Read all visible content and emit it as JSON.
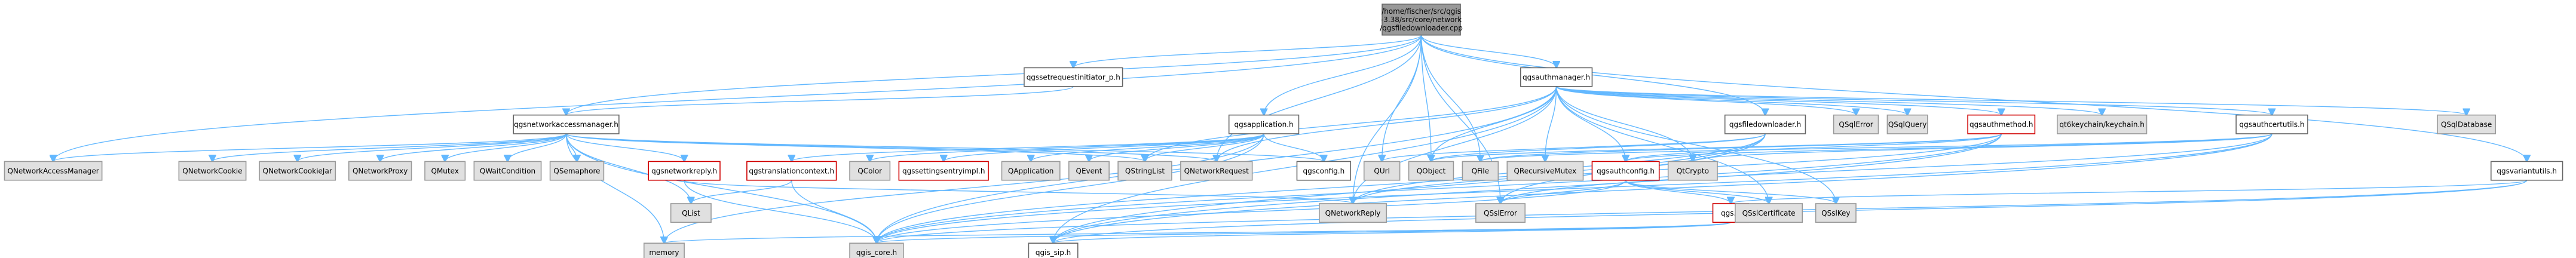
{
  "graph": {
    "colors": {
      "edge": "#63b8ff",
      "root_fill": "#999999",
      "external_fill": "#e0e0e0",
      "documented_border": "#666666",
      "undocumented_border": "#d00000"
    },
    "nodes": {
      "root": {
        "lines": [
          "/home/fischer/src/qgis",
          "-3.38/src/core/network",
          "/qgsfiledownloader.cpp"
        ],
        "kind": "root"
      },
      "qgssetrequestinitiator": {
        "lines": [
          "qgssetrequestinitiator_p.h"
        ],
        "kind": "normal"
      },
      "qgsauthmanager": {
        "lines": [
          "qgsauthmanager.h"
        ],
        "kind": "normal"
      },
      "qgsnetworkaccessmanager": {
        "lines": [
          "qgsnetworkaccessmanager.h"
        ],
        "kind": "normal"
      },
      "qgsapplication": {
        "lines": [
          "qgsapplication.h"
        ],
        "kind": "normal"
      },
      "qgsfiledownloader_h": {
        "lines": [
          "qgsfiledownloader.h"
        ],
        "kind": "normal"
      },
      "QSqlError": {
        "lines": [
          "QSqlError"
        ],
        "kind": "grey"
      },
      "QSqlQuery": {
        "lines": [
          "QSqlQuery"
        ],
        "kind": "grey"
      },
      "qgsauthmethod": {
        "lines": [
          "qgsauthmethod.h"
        ],
        "kind": "red"
      },
      "qt6keychain": {
        "lines": [
          "qt6keychain/keychain.h"
        ],
        "kind": "grey"
      },
      "qgsauthcertutils": {
        "lines": [
          "qgsauthcertutils.h"
        ],
        "kind": "normal"
      },
      "QSqlDatabase": {
        "lines": [
          "QSqlDatabase"
        ],
        "kind": "grey"
      },
      "qgsvariantutils": {
        "lines": [
          "qgsvariantutils.h"
        ],
        "kind": "normal"
      },
      "QNetworkAccessManager": {
        "lines": [
          "QNetworkAccessManager"
        ],
        "kind": "grey"
      },
      "QNetworkCookie": {
        "lines": [
          "QNetworkCookie"
        ],
        "kind": "grey"
      },
      "QNetworkCookieJar": {
        "lines": [
          "QNetworkCookieJar"
        ],
        "kind": "grey"
      },
      "QNetworkProxy": {
        "lines": [
          "QNetworkProxy"
        ],
        "kind": "grey"
      },
      "QMutex": {
        "lines": [
          "QMutex"
        ],
        "kind": "grey"
      },
      "QWaitCondition": {
        "lines": [
          "QWaitCondition"
        ],
        "kind": "grey"
      },
      "QSemaphore": {
        "lines": [
          "QSemaphore"
        ],
        "kind": "grey"
      },
      "qgsnetworkreply": {
        "lines": [
          "qgsnetworkreply.h"
        ],
        "kind": "red"
      },
      "qgstranslationcontext": {
        "lines": [
          "qgstranslationcontext.h"
        ],
        "kind": "red"
      },
      "QColor": {
        "lines": [
          "QColor"
        ],
        "kind": "grey"
      },
      "qgssettingsentryimpl": {
        "lines": [
          "qgssettingsentryimpl.h"
        ],
        "kind": "red"
      },
      "QApplication": {
        "lines": [
          "QApplication"
        ],
        "kind": "grey"
      },
      "QEvent": {
        "lines": [
          "QEvent"
        ],
        "kind": "grey"
      },
      "QStringList": {
        "lines": [
          "QStringList"
        ],
        "kind": "grey"
      },
      "QNetworkRequest": {
        "lines": [
          "QNetworkRequest"
        ],
        "kind": "grey"
      },
      "qgsconfig": {
        "lines": [
          "qgsconfig.h"
        ],
        "kind": "normal"
      },
      "QUrl": {
        "lines": [
          "QUrl"
        ],
        "kind": "grey"
      },
      "QObject": {
        "lines": [
          "QObject"
        ],
        "kind": "grey"
      },
      "QFile": {
        "lines": [
          "QFile"
        ],
        "kind": "grey"
      },
      "QRecursiveMutex": {
        "lines": [
          "QRecursiveMutex"
        ],
        "kind": "grey"
      },
      "qgsauthconfig": {
        "lines": [
          "qgsauthconfig.h"
        ],
        "kind": "red"
      },
      "QtCrypto": {
        "lines": [
          "QtCrypto"
        ],
        "kind": "grey"
      },
      "QList": {
        "lines": [
          "QList"
        ],
        "kind": "grey"
      },
      "QNetworkReply": {
        "lines": [
          "QNetworkReply"
        ],
        "kind": "grey"
      },
      "QSslError": {
        "lines": [
          "QSslError"
        ],
        "kind": "grey"
      },
      "qgs_h": {
        "lines": [
          "qgs.h"
        ],
        "kind": "red"
      },
      "QSslCertificate": {
        "lines": [
          "QSslCertificate"
        ],
        "kind": "grey"
      },
      "QSslKey": {
        "lines": [
          "QSslKey"
        ],
        "kind": "grey"
      },
      "memory": {
        "lines": [
          "memory"
        ],
        "kind": "grey"
      },
      "qgis_core": {
        "lines": [
          "qgis_core.h"
        ],
        "kind": "grey"
      },
      "qgis_sip": {
        "lines": [
          "qgis_sip.h"
        ],
        "kind": "normal"
      }
    },
    "edges": [
      [
        "root",
        "qgssetrequestinitiator"
      ],
      [
        "root",
        "qgsauthmanager"
      ],
      [
        "root",
        "qgsnetworkaccessmanager"
      ],
      [
        "root",
        "qgsapplication"
      ],
      [
        "root",
        "qgsfiledownloader_h"
      ],
      [
        "root",
        "QNetworkRequest"
      ],
      [
        "root",
        "QNetworkAccessManager"
      ],
      [
        "root",
        "QNetworkReply"
      ],
      [
        "root",
        "QSslError"
      ],
      [
        "root",
        "qgsvariantutils"
      ],
      [
        "root",
        "QUrl"
      ],
      [
        "root",
        "QFile"
      ],
      [
        "root",
        "QObject"
      ],
      [
        "qgssetrequestinitiator",
        "qgsnetworkaccessmanager"
      ],
      [
        "qgsauthmanager",
        "QSqlError"
      ],
      [
        "qgsauthmanager",
        "QSqlQuery"
      ],
      [
        "qgsauthmanager",
        "qgsauthmethod"
      ],
      [
        "qgsauthmanager",
        "qt6keychain"
      ],
      [
        "qgsauthmanager",
        "qgsauthcertutils"
      ],
      [
        "qgsauthmanager",
        "QSqlDatabase"
      ],
      [
        "qgsauthmanager",
        "QObject"
      ],
      [
        "qgsauthmanager",
        "QNetworkRequest"
      ],
      [
        "qgsauthmanager",
        "QStringList"
      ],
      [
        "qgsauthmanager",
        "QNetworkReply"
      ],
      [
        "qgsauthmanager",
        "QRecursiveMutex"
      ],
      [
        "qgsauthmanager",
        "QtCrypto"
      ],
      [
        "qgsauthmanager",
        "qgsauthconfig"
      ],
      [
        "qgsauthmanager",
        "QSslCertificate"
      ],
      [
        "qgsauthmanager",
        "QSslKey"
      ],
      [
        "qgsauthmanager",
        "qgis_sip"
      ],
      [
        "qgsauthmanager",
        "qgis_core"
      ],
      [
        "qgsnetworkaccessmanager",
        "QNetworkAccessManager"
      ],
      [
        "qgsnetworkaccessmanager",
        "QNetworkCookie"
      ],
      [
        "qgsnetworkaccessmanager",
        "QNetworkCookieJar"
      ],
      [
        "qgsnetworkaccessmanager",
        "QNetworkProxy"
      ],
      [
        "qgsnetworkaccessmanager",
        "QMutex"
      ],
      [
        "qgsnetworkaccessmanager",
        "QWaitCondition"
      ],
      [
        "qgsnetworkaccessmanager",
        "QSemaphore"
      ],
      [
        "qgsnetworkaccessmanager",
        "qgsnetworkreply"
      ],
      [
        "qgsnetworkaccessmanager",
        "QStringList"
      ],
      [
        "qgsnetworkaccessmanager",
        "QNetworkRequest"
      ],
      [
        "qgsnetworkaccessmanager",
        "QList"
      ],
      [
        "qgsnetworkaccessmanager",
        "memory"
      ],
      [
        "qgsnetworkaccessmanager",
        "qgis_core"
      ],
      [
        "qgsnetworkaccessmanager",
        "qgsconfig"
      ],
      [
        "qgsapplication",
        "qgstranslationcontext"
      ],
      [
        "qgsapplication",
        "QColor"
      ],
      [
        "qgsapplication",
        "qgssettingsentryimpl"
      ],
      [
        "qgsapplication",
        "QApplication"
      ],
      [
        "qgsapplication",
        "QEvent"
      ],
      [
        "qgsapplication",
        "QStringList"
      ],
      [
        "qgsapplication",
        "qgis_core"
      ],
      [
        "qgsapplication",
        "memory"
      ],
      [
        "qgsapplication",
        "qgsconfig"
      ],
      [
        "qgsfiledownloader_h",
        "QObject"
      ],
      [
        "qgsfiledownloader_h",
        "QUrl"
      ],
      [
        "qgsfiledownloader_h",
        "QNetworkReply"
      ],
      [
        "qgsfiledownloader_h",
        "QSslError"
      ],
      [
        "qgsfiledownloader_h",
        "qgis_core"
      ],
      [
        "qgsfiledownloader_h",
        "qgis_sip"
      ],
      [
        "qgsauthmethod",
        "QObject"
      ],
      [
        "qgsauthmethod",
        "QFile"
      ],
      [
        "qgsauthmethod",
        "QNetworkReply"
      ],
      [
        "qgsauthmethod",
        "qgis_core"
      ],
      [
        "qgsauthmethod",
        "qgis_sip"
      ],
      [
        "qgsauthmethod",
        "qgsauthconfig"
      ],
      [
        "qgsauthcertutils",
        "QFile"
      ],
      [
        "qgsauthcertutils",
        "QtCrypto"
      ],
      [
        "qgsauthcertutils",
        "qgsauthconfig"
      ],
      [
        "qgsauthcertutils",
        "QSslError"
      ],
      [
        "qgsauthcertutils",
        "qgis_core"
      ],
      [
        "qgsauthcertutils",
        "qgis_sip"
      ],
      [
        "qgsauthconfig",
        "QSslCertificate"
      ],
      [
        "qgsauthconfig",
        "QSslKey"
      ],
      [
        "qgsauthconfig",
        "QSslError"
      ],
      [
        "qgsauthconfig",
        "qgs_h"
      ],
      [
        "qgsauthconfig",
        "qgis_core"
      ],
      [
        "qgsvariantutils",
        "qgis_core"
      ],
      [
        "qgsvariantutils",
        "qgis_sip"
      ],
      [
        "qgsvariantutils",
        "qgs_h"
      ],
      [
        "qgsnetworkreply",
        "QNetworkReply"
      ],
      [
        "qgsnetworkreply",
        "qgis_core"
      ],
      [
        "qgstranslationcontext",
        "QList"
      ],
      [
        "qgstranslationcontext",
        "qgis_core"
      ],
      [
        "qgs_h",
        "qgis_core"
      ],
      [
        "qgs_h",
        "qgis_sip"
      ],
      [
        "qgs_h",
        "memory"
      ]
    ]
  }
}
